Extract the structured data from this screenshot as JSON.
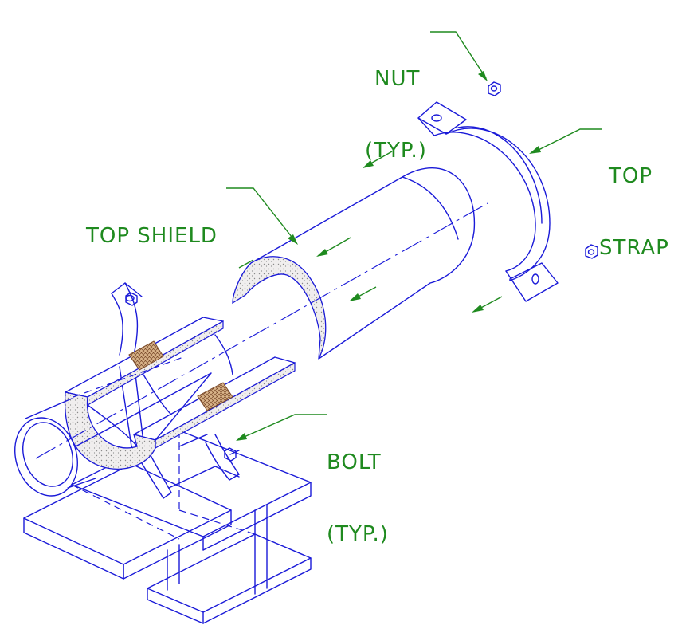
{
  "labels": {
    "nut": {
      "line1": "NUT",
      "line2": "(TYP.)"
    },
    "top_strap": {
      "line1": "TOP",
      "line2": "STRAP"
    },
    "top_shield": {
      "line1": "TOP SHIELD"
    },
    "bolt": {
      "line1": "BOLT",
      "line2": "(TYP.)"
    }
  },
  "colors": {
    "drawing": "#1a1ad8",
    "text": "#1f8a1f",
    "arrow": "#1f8a1f",
    "insulation_fill": "#f0eeee",
    "insulation_dot": "#8a8a8a",
    "pad": "#c49a6c",
    "background": "#ffffff"
  }
}
